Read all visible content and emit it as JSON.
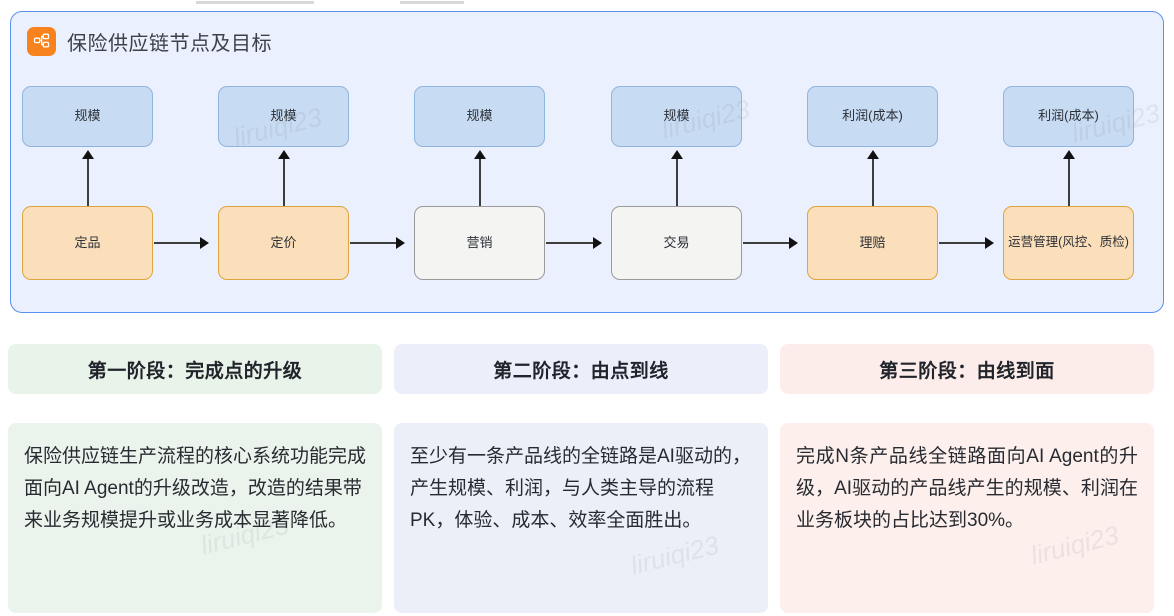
{
  "panel": {
    "icon": "hierarchy-node-icon",
    "icon_color": "#f8821e",
    "title": "保险供应链节点及目标",
    "border_color": "#5b8ff0",
    "background": "#eaf0fe"
  },
  "flow": {
    "columns": [
      {
        "goal": "规模",
        "stage": "定品",
        "stage_style": "orange"
      },
      {
        "goal": "规模",
        "stage": "定价",
        "stage_style": "orange"
      },
      {
        "goal": "规模",
        "stage": "营销",
        "stage_style": "grey"
      },
      {
        "goal": "规模",
        "stage": "交易",
        "stage_style": "grey"
      },
      {
        "goal": "利润(成本)",
        "stage": "理赔",
        "stage_style": "orange"
      },
      {
        "goal": "利润(成本)",
        "stage": "运营管理(风控、质检)",
        "stage_style": "orange"
      }
    ],
    "goal_fill": "#c7dbf2",
    "goal_border": "#8fb4df",
    "orange_fill": "#fbdfbb",
    "orange_border": "#e0a43c",
    "grey_fill": "#f4f4f3",
    "grey_border": "#9a9a9a"
  },
  "stages": [
    {
      "title": "第一阶段：完成点的升级",
      "body": "保险供应链生产流程的核心系统功能完成面向AI Agent的升级改造，改造的结果带来业务规模提升或业务成本显著降低。",
      "head_color": "#e8f3e9",
      "body_color": "#eaf4ec"
    },
    {
      "title": "第二阶段：由点到线",
      "body": "至少有一条产品线的全链路是AI驱动的，产生规模、利润，与人类主导的流程PK，体验、成本、效率全面胜出。",
      "head_color": "#eceff9",
      "body_color": "#eceff8"
    },
    {
      "title": "第三阶段：由线到面",
      "body": "完成N条产品线全链路面向AI Agent的升级，AI驱动的产品线产生的规模、利润在业务板块的占比达到30%。",
      "head_color": "#fcedea",
      "body_color": "#fcefec"
    }
  ],
  "watermarks": [
    "liruiqi23",
    "liruiqi23",
    "liruiqi23",
    "liruiqi23",
    "liruiqi23",
    "liruiqi23"
  ]
}
